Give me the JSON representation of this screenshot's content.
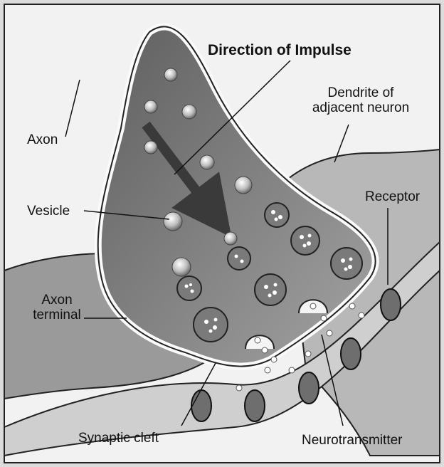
{
  "title": "Direction of Impulse",
  "labels": {
    "axon": "Axon",
    "vesicle": "Vesicle",
    "axon_terminal_line1": "Axon",
    "axon_terminal_line2": "terminal",
    "dendrite_line1": "Dendrite of",
    "dendrite_line2": "adjacent neuron",
    "receptor": "Receptor",
    "synaptic_cleft": "Synaptic cleft",
    "neurotransmitter": "Neurotransmitter"
  },
  "colors": {
    "ink": "#111111",
    "paper": "#f1f1f1",
    "terminal_fill": "#8c8c8c",
    "dendrite_fill": "#a8a8a8",
    "arrow": "#3a3a3a"
  }
}
